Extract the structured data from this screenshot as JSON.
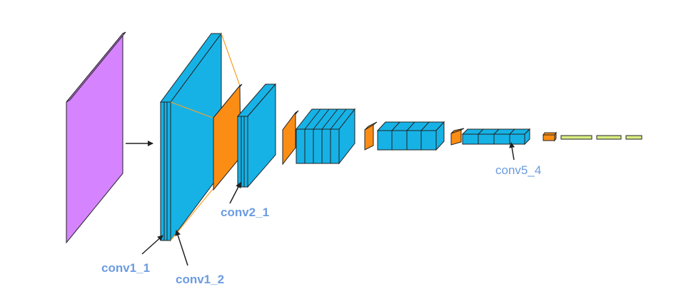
{
  "colors": {
    "input": "#d683ff",
    "conv": "#16b2e6",
    "pool": "#fb8d15",
    "fc": "#d8ef84",
    "edge": "#222222",
    "label": "#6b9ce0",
    "projection": "#f5a12a"
  },
  "labels": {
    "conv1_1": "conv1_1",
    "conv1_2": "conv1_2",
    "conv2_1": "conv2_1",
    "conv5_4": "conv5_4"
  }
}
